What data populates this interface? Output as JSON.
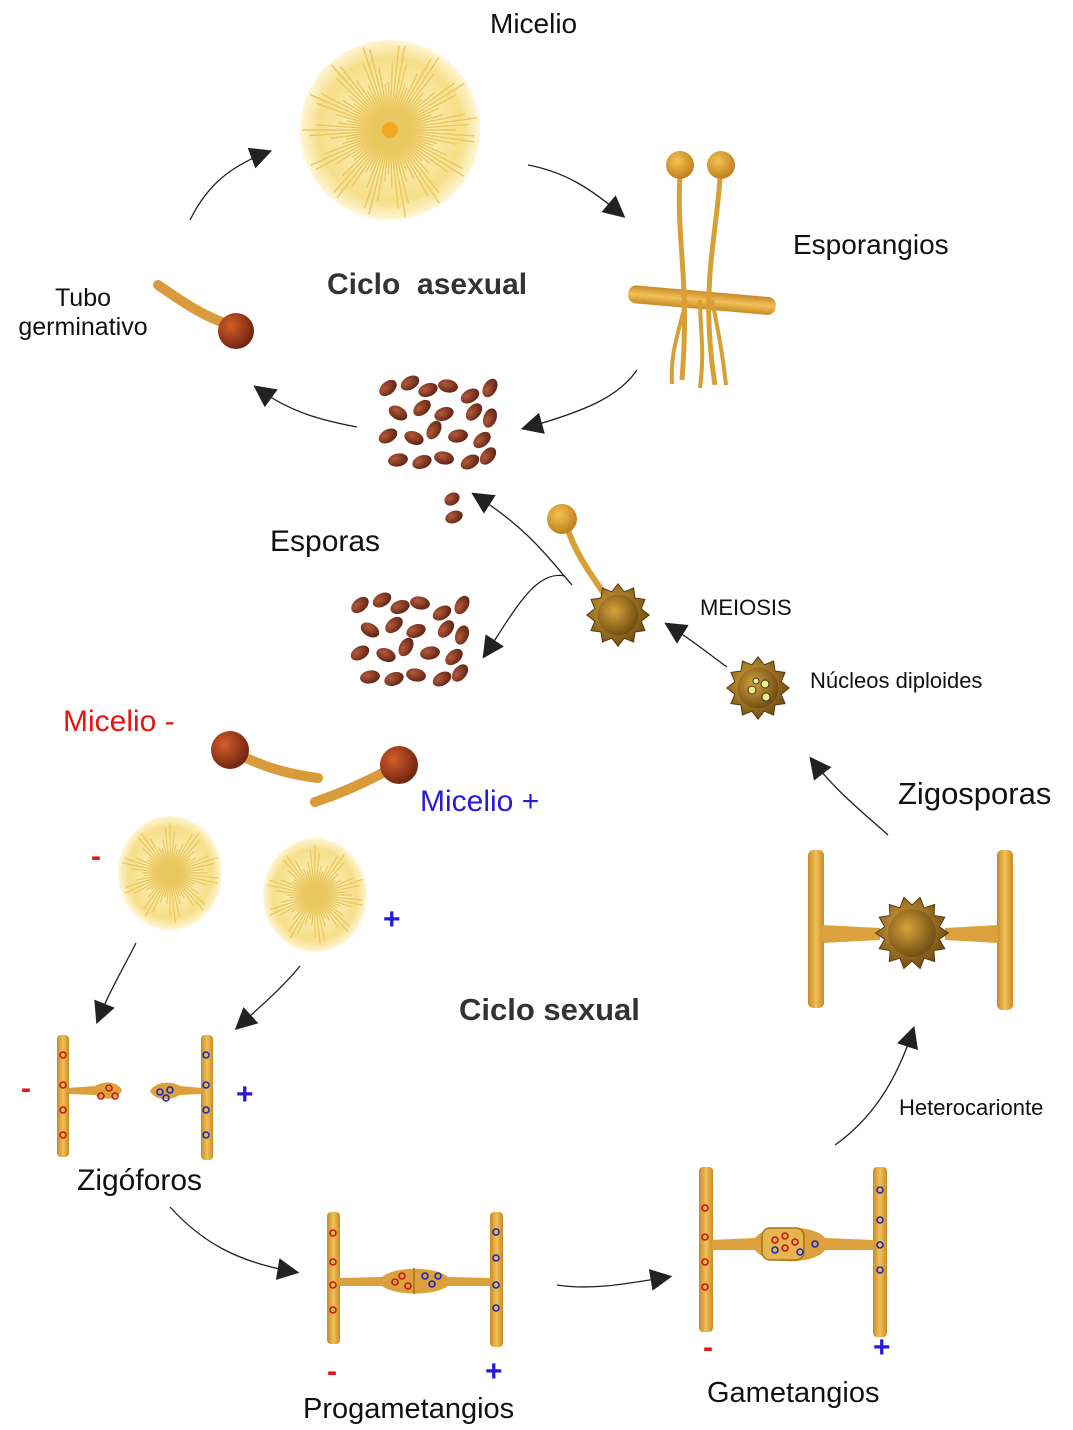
{
  "labels": {
    "micelio": "Micelio",
    "esporangios": "Esporangios",
    "ciclo_asexual": "Ciclo  asexual",
    "tubo_line1": "Tubo",
    "tubo_line2": "germinativo",
    "esporas": "Esporas",
    "meiosis": "MEIOSIS",
    "nucleos": "Núcleos diploides",
    "micelio_minus": "Micelio -",
    "micelio_plus": "Micelio +",
    "zigosporas": "Zigosporas",
    "ciclo_sexual": "Ciclo sexual",
    "heterocarionte": "Heterocarionte",
    "zigoforos": "Zigóforos",
    "progametangios": "Progametangios",
    "gametangios": "Gametangios"
  },
  "signs": {
    "minus": "-",
    "plus": "+"
  },
  "colors": {
    "hypha": "#e2a53c",
    "hypha_dark": "#b47a1c",
    "spore": "#7b3320",
    "sporangium_head": "#c98a2a",
    "mycelium": "#f3dc80",
    "minus_nucleus": "#c41a10",
    "plus_nucleus": "#1a2bb8",
    "arrow": "#333333"
  }
}
